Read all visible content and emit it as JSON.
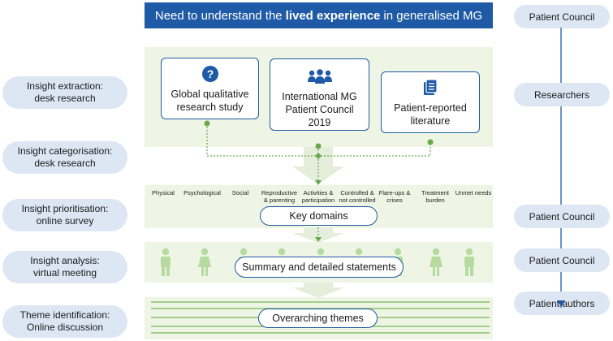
{
  "header": {
    "title_pre": "Need to understand the",
    "title_bold": "lived experience",
    "title_post": "in generalised MG"
  },
  "stages": [
    {
      "line1": "Insight extraction:",
      "line2": "desk research"
    },
    {
      "line1": "Insight categorisation:",
      "line2": "desk research"
    },
    {
      "line1": "Insight prioritisation:",
      "line2": "online survey"
    },
    {
      "line1": "Insight analysis:",
      "line2": "virtual meeting"
    },
    {
      "line1": "Theme identification:",
      "line2": "Online discussion"
    }
  ],
  "roles": [
    {
      "label": "Patient Council"
    },
    {
      "label": "Researchers"
    },
    {
      "label": "Patient Council"
    },
    {
      "label": "Patient Council"
    },
    {
      "label": "Patient authors"
    }
  ],
  "sources": [
    {
      "line1": "Global qualitative",
      "line2": "research study",
      "line3": "",
      "icon": "question-circle-icon"
    },
    {
      "line1": "International MG",
      "line2": "Patient Council",
      "line3": "2019",
      "icon": "people-group-icon"
    },
    {
      "line1": "Patient-reported",
      "line2": "literature",
      "line3": "",
      "icon": "document-stack-icon"
    }
  ],
  "domains": [
    {
      "line1": "Physical",
      "line2": ""
    },
    {
      "line1": "Psychological",
      "line2": ""
    },
    {
      "line1": "Social",
      "line2": ""
    },
    {
      "line1": "Reproductive",
      "line2": "& parenting"
    },
    {
      "line1": "Activities &",
      "line2": "participation"
    },
    {
      "line1": "Controlled &",
      "line2": "not controlled"
    },
    {
      "line1": "Flare-ups &",
      "line2": "crises"
    },
    {
      "line1": "Treatment",
      "line2": "burden"
    },
    {
      "line1": "Unmet needs",
      "line2": ""
    }
  ],
  "center": {
    "key_domains": "Key domains",
    "summary": "Summary and detailed statements",
    "themes": "Overarching themes"
  },
  "colors": {
    "accent_blue": "#1f5aa6",
    "pill_blue": "#dde7f4",
    "band_green": "#eef5e4",
    "dot_green": "#6aa84f",
    "person_green": "#b6dba0"
  }
}
